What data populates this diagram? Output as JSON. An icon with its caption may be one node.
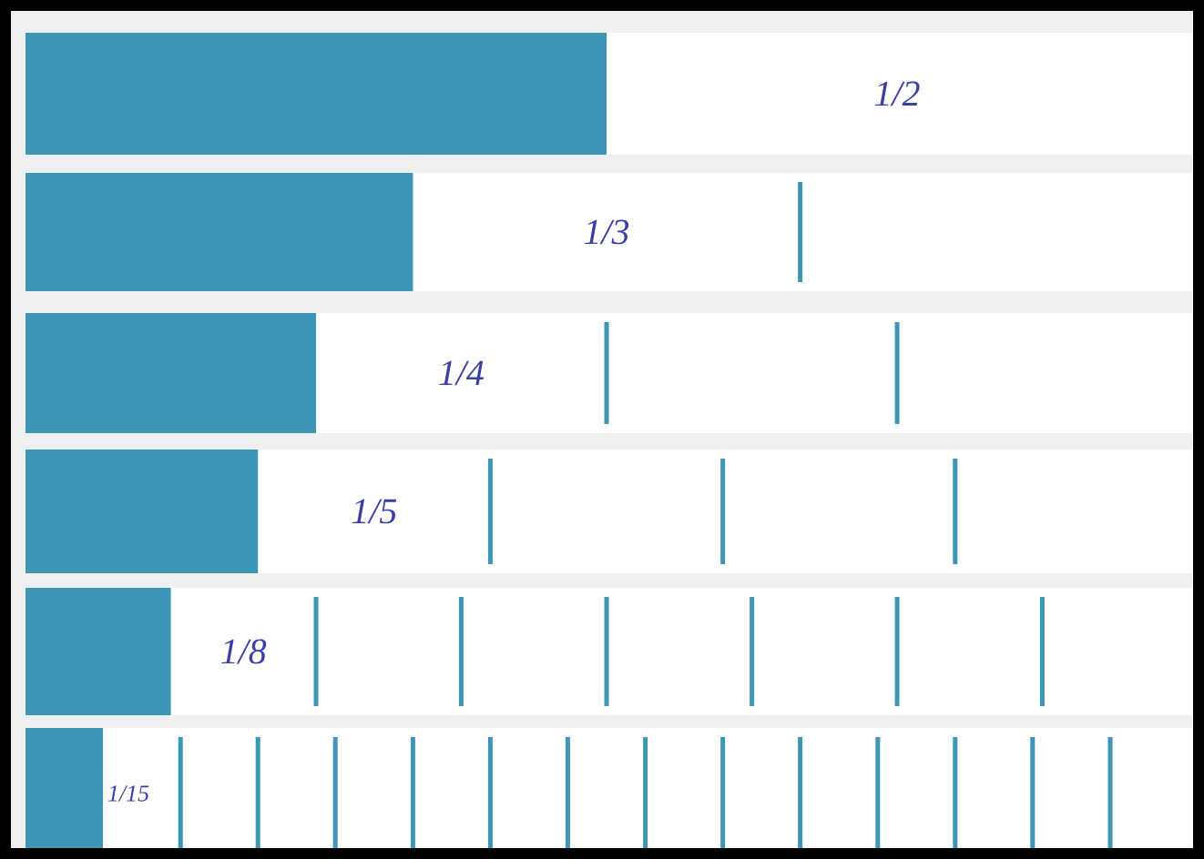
{
  "diagram": {
    "nodes": [
      {
        "text": [
          "1/2"
        ]
      },
      {
        "text": [
          "1/3"
        ]
      },
      {
        "text": [
          "1/4"
        ]
      },
      {
        "text": [
          "1/5"
        ]
      },
      {
        "text": [
          "1/8"
        ]
      },
      {
        "text": [
          "1/15"
        ]
      }
    ]
  }
}
